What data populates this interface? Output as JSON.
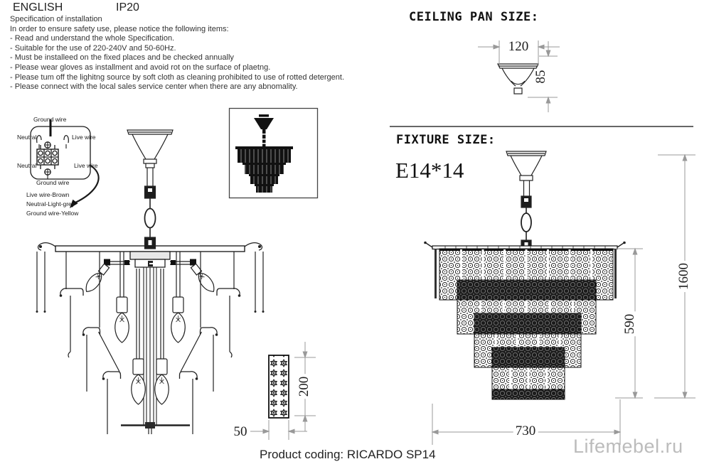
{
  "header": {
    "language": "ENGLISH",
    "ip_rating": "IP20"
  },
  "specification": {
    "title": "Specification of installation",
    "intro": "In order to ensure safety use, please notice the following items:",
    "items": [
      "- Read and understand the whole Specification.",
      "- Suitable for the use of 220-240V and 50-60Hz.",
      "- Must be installeed on the fixed places and be checked annually",
      "- Please wear gloves as installment and avoid rot on the surface of plaetng.",
      "- Please tum off the lighitng source by soft cloth as cleaning prohibited to use of rotted detergent.",
      "- Please connect with the local sales service center when there are any abnomality."
    ]
  },
  "wiring": {
    "ground_top": "Ground wire",
    "neutral_top": "Neutral",
    "live_top": "Live wire",
    "neutral_bottom": "Neutral",
    "live_bottom": "Live wire",
    "ground_bottom": "Ground wire",
    "legend": [
      "Live wire-Brown",
      "Neutral-Light-grey",
      "Ground wire-Yellow"
    ]
  },
  "ceiling_pan": {
    "title": "CEILING PAN SIZE:",
    "width": "120",
    "height": "85"
  },
  "fixture": {
    "title": "FIXTURE SIZE:",
    "lamp": "E14*14",
    "height_total": "1600",
    "height_body": "590",
    "width": "730"
  },
  "panel": {
    "height": "200",
    "width": "50"
  },
  "footer": {
    "product_coding": "Product coding: RICARDO SP14",
    "watermark": "Lifemebel.ru"
  },
  "colors": {
    "ink": "#111111",
    "dim_line": "#999999",
    "watermark": "#bcbcbc"
  }
}
